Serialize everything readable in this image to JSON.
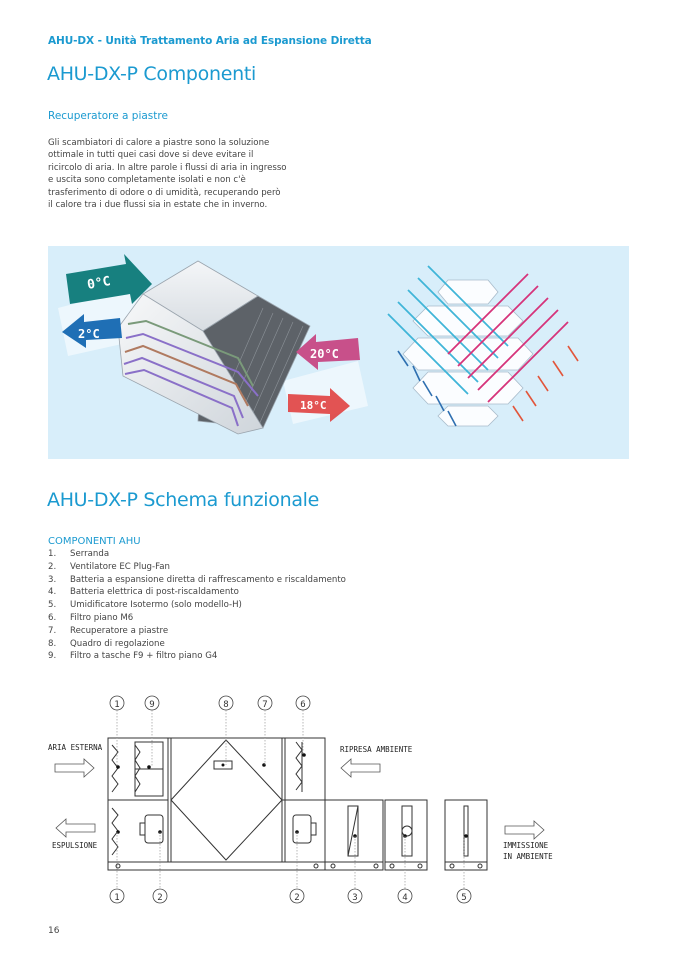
{
  "header": "AHU-DX - Unità Trattamento Aria ad Espansione Diretta",
  "section1": {
    "title": "AHU-DX-P Componenti",
    "subtitle": "Recuperatore a piastre",
    "paragraph": "Gli scambiatori di calore a piastre sono la soluzione ottimale in tutti quei casi dove si deve evitare il ricircolo di aria.  In altre parole i flussi di aria in ingresso e uscita sono completamente isolati e non c'è trasferimento di odore o di umidità, recuperando però il calore tra i due flussi sia in estate che in inverno."
  },
  "illustration": {
    "temps": [
      "0°C",
      "2°C",
      "20°C",
      "18°C"
    ],
    "colors": {
      "background": "#d8eefa",
      "cold": "#3fb5d8",
      "hot": "#d6337a",
      "teal": "#1a8a8a",
      "blue": "#1f6fb5",
      "pink": "#c8508a",
      "red": "#e04040"
    }
  },
  "section2": {
    "title": "AHU-DX-P Schema funzionale",
    "components_heading": "COMPONENTI AHU",
    "components": [
      {
        "n": "1.",
        "label": "Serranda"
      },
      {
        "n": "2.",
        "label": "Ventilatore EC Plug-Fan"
      },
      {
        "n": "3.",
        "label": "Batteria a espansione diretta di raffrescamento e riscaldamento"
      },
      {
        "n": "4.",
        "label": "Batteria elettrica di post-riscaldamento"
      },
      {
        "n": "5.",
        "label": "Umidificatore Isotermo (solo modello-H)"
      },
      {
        "n": "6.",
        "label": "Filtro piano M6"
      },
      {
        "n": "7.",
        "label": "Recuperatore a piastre"
      },
      {
        "n": "8.",
        "label": "Quadro di regolazione"
      },
      {
        "n": "9.",
        "label": "Filtro a tasche F9 + filtro piano G4"
      }
    ]
  },
  "diagram": {
    "aria_esterna": "ARIA ESTERNA",
    "ripresa_ambiente": "RIPRESA AMBIENTE",
    "espulsione": "ESPULSIONE",
    "immissione_1": "IMMISSIONE",
    "immissione_2": "IN AMBIENTE",
    "top_callouts": [
      "1",
      "9",
      "8",
      "7",
      "6"
    ],
    "bottom_callouts": [
      "1",
      "2",
      "2",
      "3",
      "4",
      "5"
    ]
  },
  "page_number": "16",
  "accent_color": "#1b9ad0"
}
